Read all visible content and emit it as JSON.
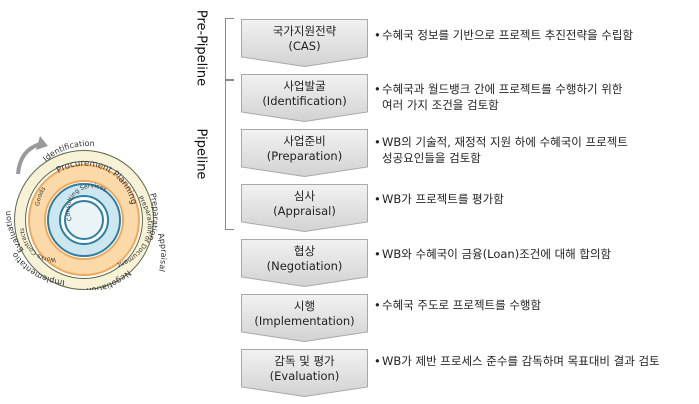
{
  "stages": {
    "pre_pipeline": "Pre-Pipeline",
    "pipeline": "Pipeline"
  },
  "steps": [
    {
      "ko": "국가지원전략",
      "en": "(CAS)",
      "desc": [
        "수혜국 정보를 기반으로 프로젝트 추진전략을 수립함"
      ]
    },
    {
      "ko": "사업발굴",
      "en": "(Identification)",
      "desc": [
        "수혜국과 월드뱅크 간에 프로젝트를 수행하기 위한",
        "여러 가지 조건을 검토함"
      ]
    },
    {
      "ko": "사업준비",
      "en": "(Preparation)",
      "desc": [
        "WB의 기술적, 재정적 지원 하에 수혜국이 프로젝트",
        "성공요인들을 검토함"
      ]
    },
    {
      "ko": "심사",
      "en": "(Appraisal)",
      "desc": [
        "WB가 프로젝트를 평가함"
      ]
    },
    {
      "ko": "협상",
      "en": "(Negotiation)",
      "desc": [
        "WB와 수혜국이 금융(Loan)조건에 대해 합의함"
      ]
    },
    {
      "ko": "시행",
      "en": "(Implementation)",
      "desc": [
        "수혜국 주도로 프로젝트를 수행함"
      ]
    },
    {
      "ko": "감독 및 평가",
      "en": "(Evaluation)",
      "desc": [
        "WB가 제반 프로세스 준수를 감독하며 목표대비 결과 검토"
      ]
    }
  ],
  "cycle": {
    "outer": [
      "Identification",
      "Preparation",
      "Appraisal",
      "Negotiation",
      "Implementation",
      "Evaluation"
    ],
    "middle": [
      "Procurement Planning",
      "Preparation of Document"
    ],
    "inner": [
      "Goods",
      "Works Contracts",
      "Consulting Services"
    ]
  }
}
